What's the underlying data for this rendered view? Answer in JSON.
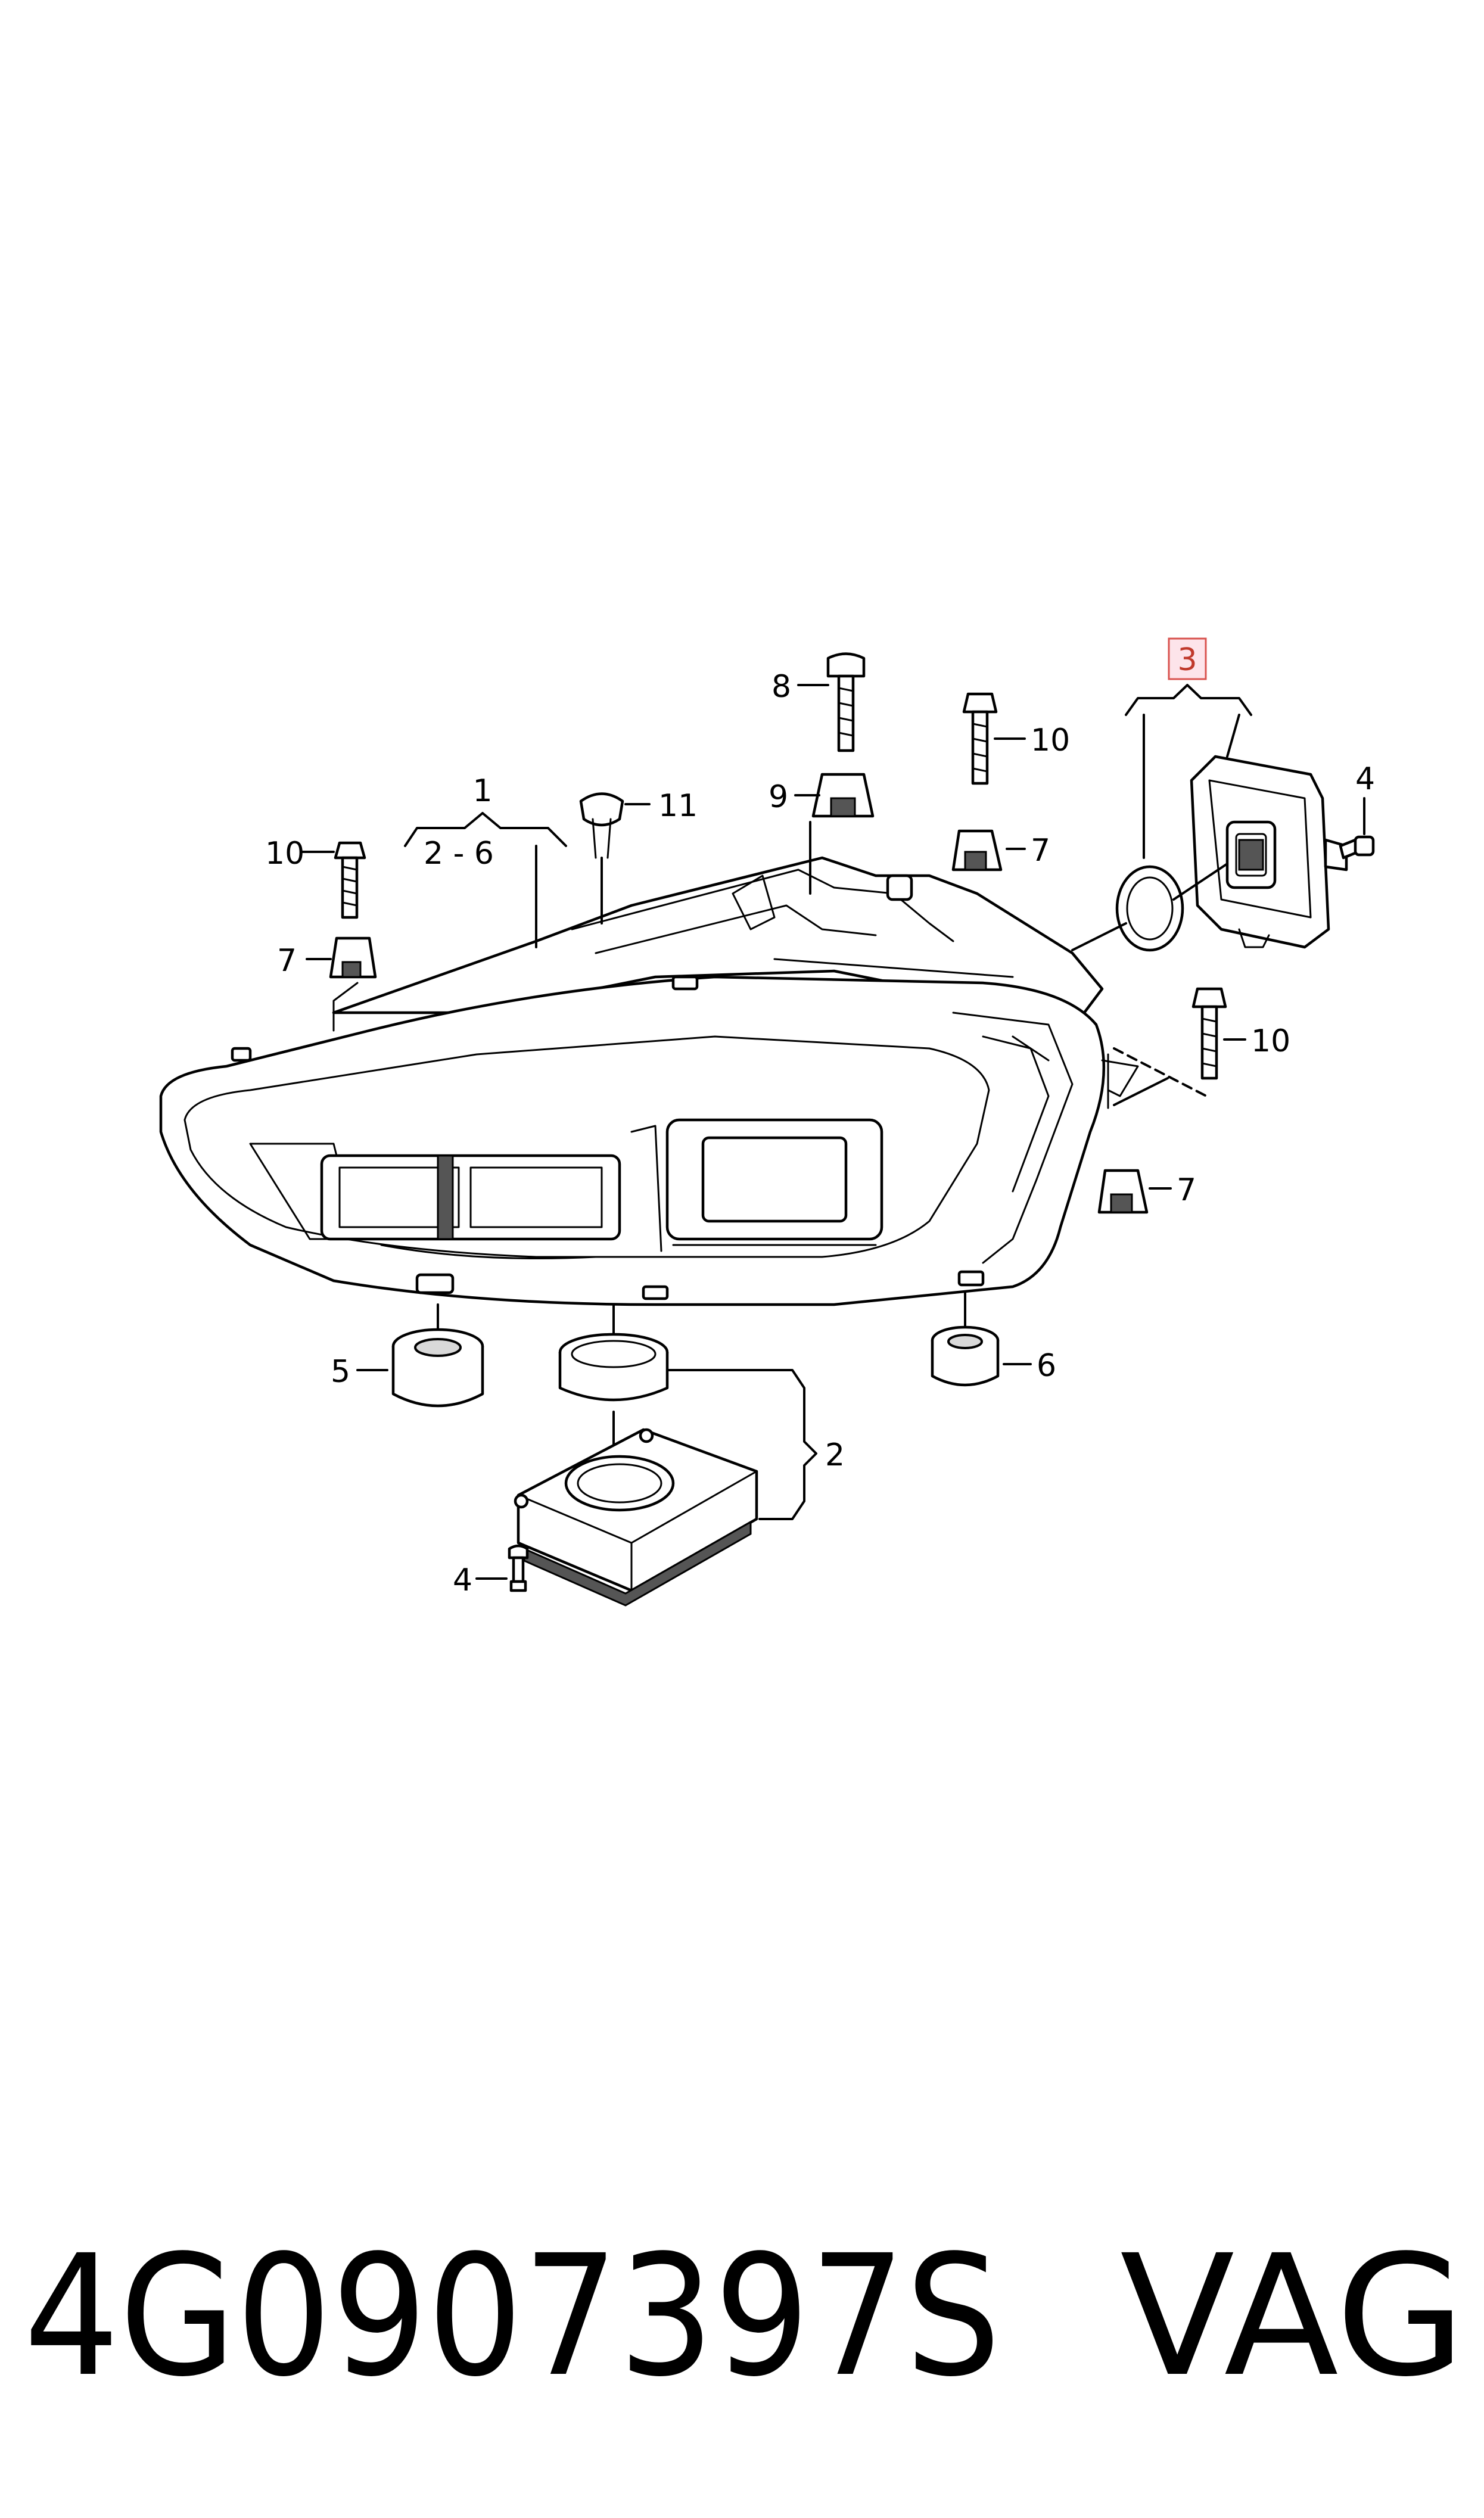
{
  "callouts": {
    "c1": "1",
    "c1_range": "2 - 6",
    "c2": "2",
    "c3": "3",
    "c4a": "4",
    "c4b": "4",
    "c5": "5",
    "c6": "6",
    "c7a": "7",
    "c7b": "7",
    "c7c": "7",
    "c8": "8",
    "c9": "9",
    "c10a": "10",
    "c10b": "10",
    "c10c": "10",
    "c11": "11"
  },
  "footer": {
    "part_number": "4G0907397S",
    "brand": "VAG"
  },
  "colors": {
    "highlight_fill": "#fde4ea",
    "highlight_border": "#d9534f",
    "line": "#000000"
  }
}
